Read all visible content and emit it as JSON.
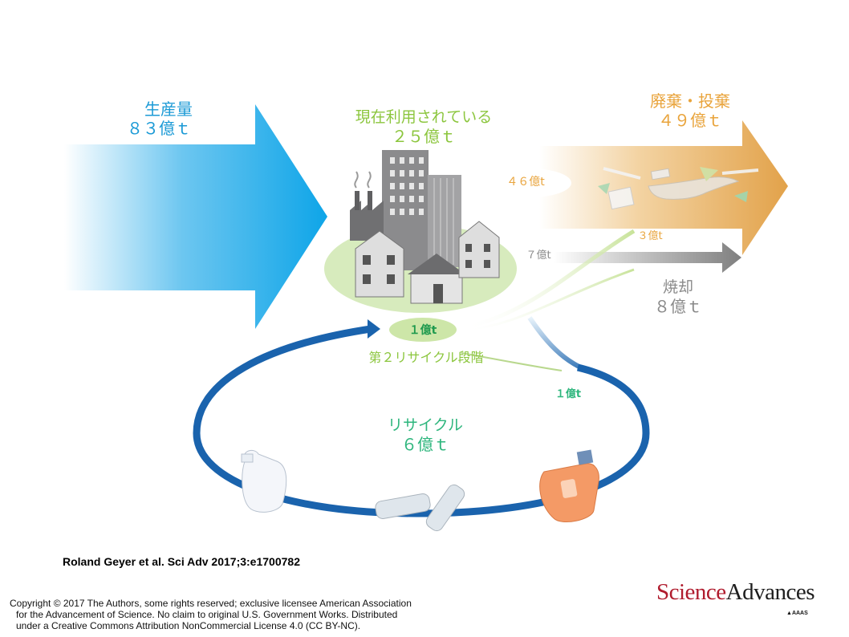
{
  "production": {
    "title": "生産量",
    "value": "８３億ｔ"
  },
  "in_use": {
    "title": "現在利用されている",
    "value": "２５億ｔ"
  },
  "discarded": {
    "title": "廃棄・投棄",
    "value": "４９億ｔ"
  },
  "incinerated": {
    "title": "焼却",
    "value": "８億ｔ"
  },
  "recycled": {
    "title": "リサイクル",
    "value": "６億ｔ"
  },
  "second_recycling_stage": "第２リサイクル段階",
  "flows": {
    "to_discard": "４６億t",
    "recycle_to_discard": "３億t",
    "to_incineration": "７億t",
    "recycle_loop": "１億t",
    "recycle_to_incineration": "１億t"
  },
  "citation": "Roland Geyer et al. Sci Adv 2017;3:e1700782",
  "copyright_lines": [
    "Copyright © 2017 The Authors, some rights reserved;  exclusive licensee American Association",
    "for the Advancement  of Science. No claim to original  U.S. Government  Works. Distributed",
    "under a Creative  Commons Attribution NonCommercial  License 4.0 (CC BY-NC)."
  ],
  "brand": {
    "part1": "Science",
    "part2": "Advances",
    "sub": "AAAS"
  },
  "colors": {
    "production_arrow": "#1ea8e6",
    "discard_arrow": "#e2a24a",
    "incineration_arrow": "#8a8a8a",
    "recycle_loop": "#1a63ad",
    "in_use_ground": "#d7ebbd"
  }
}
